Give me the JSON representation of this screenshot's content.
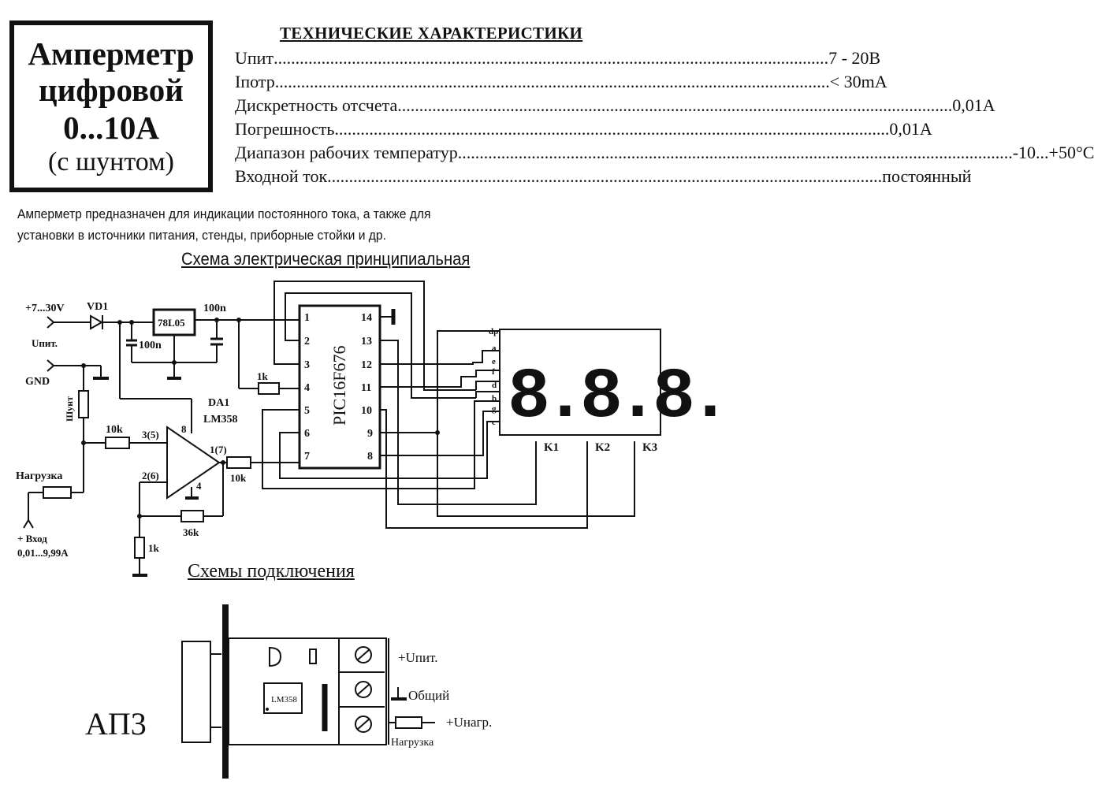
{
  "title_box": {
    "line1": "Амперметр",
    "line2": "цифровой",
    "line3": "0...10А",
    "line4": "(с шунтом)"
  },
  "specs": {
    "heading": "ТЕХНИЧЕСКИЕ ХАРАКТЕРИСТИКИ",
    "rows": [
      {
        "label": "Uпит",
        "value": "7 - 20В"
      },
      {
        "label": "Iпотр",
        "value": "< 30mA"
      },
      {
        "label": "Дискретность отсчета",
        "value": "0,01А"
      },
      {
        "label": "Погрешность",
        "value": "0,01А"
      },
      {
        "label": "Диапазон рабочих температур",
        "value": "-10...+50°C"
      },
      {
        "label": "Входной ток",
        "value": "постоянный"
      }
    ]
  },
  "description": {
    "line1": "Амперметр предназначен для индикации постоянного тока, а также  для",
    "line2": "установки  в источники питания, стенды, приборные стойки и др."
  },
  "schematic": {
    "title": "Схема электрическая принципиальная",
    "labels": {
      "supply_in": "+7...30V",
      "diode": "VD1",
      "supply_name": "Uпит.",
      "regulator": "78L05",
      "cap1": "100n",
      "cap2": "100n",
      "gnd": "GND",
      "shunt": "Шунт",
      "r_in": "10k",
      "opamp_name": "DA1",
      "opamp_model": "LM358",
      "pin_plus": "3(5)",
      "pin_minus": "2(6)",
      "pin_out": "1(7)",
      "pin_vcc": "8",
      "pin_gnd": "4",
      "r_out": "10k",
      "r_fb": "36k",
      "r_gnd": "1k",
      "r_pic": "1k",
      "load": "Нагрузка",
      "input_label": "+ Вход",
      "input_range": "0,01...9,99А",
      "mcu": "PIC16F676",
      "mcu_pins_left": [
        "1",
        "2",
        "3",
        "4",
        "5",
        "6",
        "7"
      ],
      "mcu_pins_right": [
        "14",
        "13",
        "12",
        "11",
        "10",
        "9",
        "8"
      ],
      "segments": [
        "dp",
        "a",
        "e",
        "f",
        "d",
        "b",
        "g",
        "c"
      ],
      "display_digits": "8.8.8.",
      "commons": [
        "K1",
        "K2",
        "K3"
      ]
    }
  },
  "connection": {
    "title": "Схемы подключения",
    "device": "АП3",
    "chip": "LM358",
    "terminals": [
      "+Uпит.",
      "Общий",
      "+Uнагр."
    ],
    "load": "Нагрузка"
  }
}
